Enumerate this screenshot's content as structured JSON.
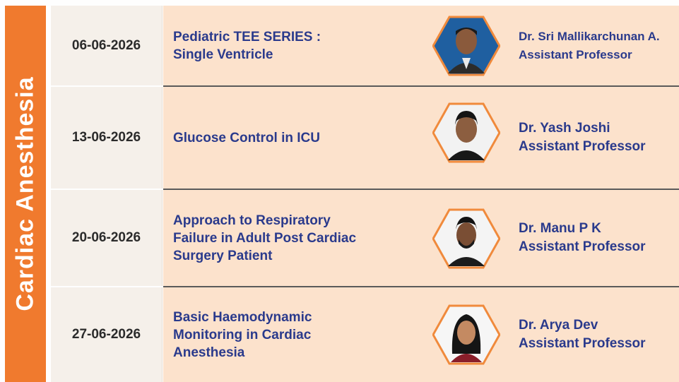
{
  "section_title": "Cardiac Anesthesia",
  "colors": {
    "band": "#f07a2e",
    "row_bg": "#fce2cc",
    "date_bg": "#f5f0ea",
    "text_blue": "#2a3a8c",
    "hex_border": "#f08a3c"
  },
  "sessions": [
    {
      "date": "06-06-2026",
      "topic_lines": [
        "Pediatric TEE SERIES :",
        "Single Ventricle"
      ],
      "speaker_name": "Dr. Sri Mallikarchunan A.",
      "speaker_title": "Assistant Professor",
      "photo_icon": "speaker-portrait-icon"
    },
    {
      "date": "13-06-2026",
      "topic_lines": [
        "Glucose Control in ICU"
      ],
      "speaker_name": "Dr. Yash Joshi",
      "speaker_title": "Assistant Professor",
      "photo_icon": "speaker-portrait-icon"
    },
    {
      "date": "20-06-2026",
      "topic_lines": [
        "Approach to Respiratory",
        "Failure in Adult Post Cardiac",
        "Surgery Patient"
      ],
      "speaker_name": "Dr. Manu P K",
      "speaker_title": "Assistant Professor",
      "photo_icon": "speaker-portrait-icon"
    },
    {
      "date": "27-06-2026",
      "topic_lines": [
        "Basic Haemodynamic",
        "Monitoring in Cardiac",
        "Anesthesia"
      ],
      "speaker_name": "Dr. Arya Dev",
      "speaker_title": "Assistant Professor",
      "photo_icon": "speaker-portrait-icon"
    }
  ]
}
